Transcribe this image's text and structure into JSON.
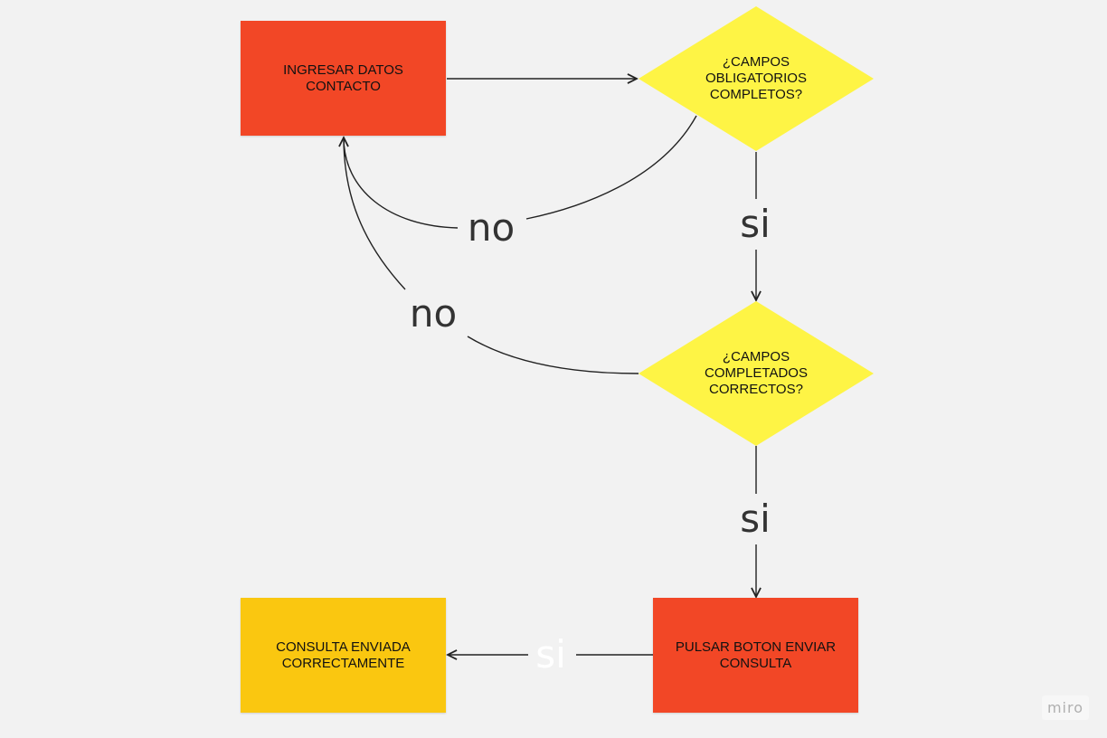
{
  "colors": {
    "background": "#f2f2f2",
    "process_red": "#f24726",
    "decision_yellow": "#fef445",
    "result_amber": "#fac710",
    "line": "#222222",
    "label_dark": "#333333",
    "label_light": "#ffffff"
  },
  "nodes": {
    "ingresar": {
      "label": "INGRESAR DATOS\nCONTACTO",
      "shape": "rectangle"
    },
    "obligatorios": {
      "label": "¿CAMPOS\nOBLIGATORIOS\nCOMPLETOS?",
      "shape": "diamond"
    },
    "completados": {
      "label": "¿CAMPOS\nCOMPLETADOS\nCORRECTOS?",
      "shape": "diamond"
    },
    "pulsar": {
      "label": "PULSAR BOTON ENVIAR\nCONSULTA",
      "shape": "rectangle"
    },
    "enviada": {
      "label": "CONSULTA ENVIADA\nCORRECTAMENTE",
      "shape": "rectangle"
    }
  },
  "edges": {
    "ingresar_to_obligatorios": {
      "label": ""
    },
    "obligatorios_no": {
      "label": "no"
    },
    "obligatorios_si": {
      "label": "si"
    },
    "completados_no": {
      "label": "no"
    },
    "completados_si": {
      "label": "si"
    },
    "pulsar_si": {
      "label": "si"
    }
  },
  "watermark": "miro"
}
